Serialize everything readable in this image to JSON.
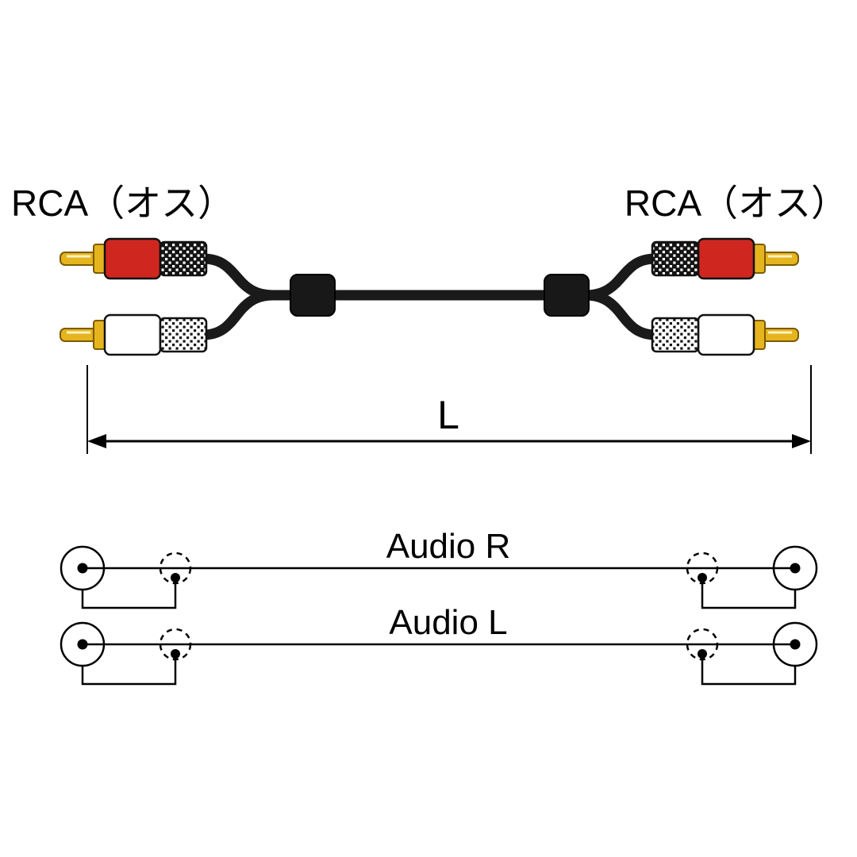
{
  "title": "RCA stereo audio cable diagram",
  "labels": {
    "connector_left": "RCA（オス）",
    "connector_right": "RCA（オス）",
    "length": "L",
    "audio_r": "Audio R",
    "audio_l": "Audio L"
  },
  "colors": {
    "background": "#ffffff",
    "red_plug": "#cf2620",
    "red_plug_dark": "#8e1510",
    "white_plug": "#ffffff",
    "gold_pin": "#e6b41f",
    "gold_pin_dark": "#7a5c00",
    "cable": "#1a1a1a",
    "outline": "#000000"
  }
}
